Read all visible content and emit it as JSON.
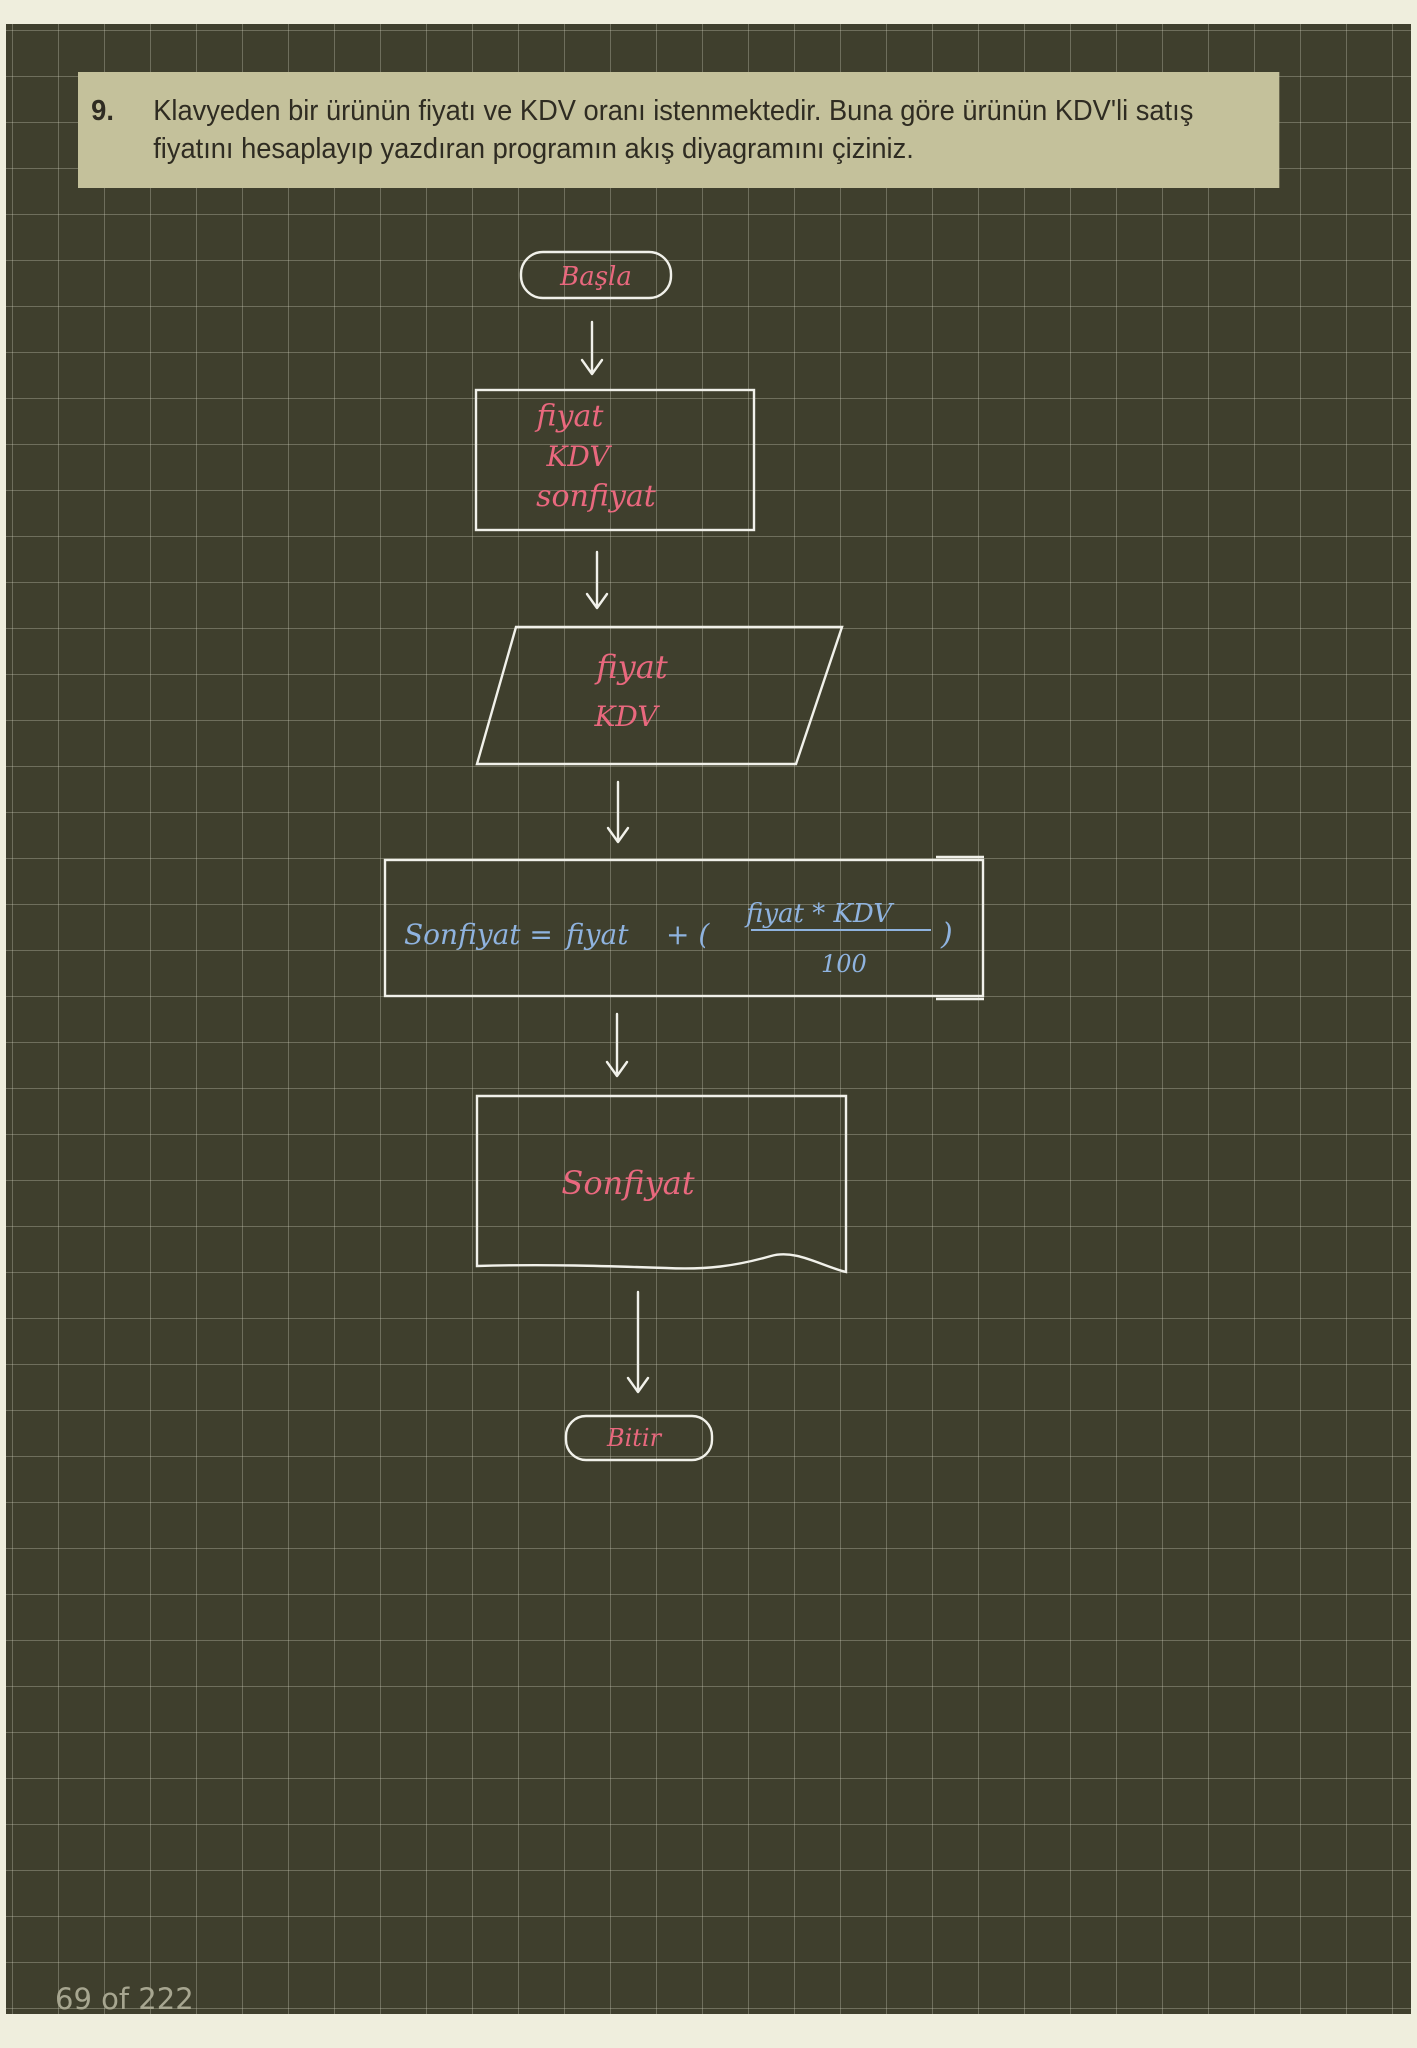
{
  "question": {
    "number": "9.",
    "text": "Klavyeden bir ürünün fiyatı ve KDV oranı istenmektedir. Buna göre ürünün KDV'li satış fiyatını hesaplayıp yazdıran programın akış diyagramını çiziniz."
  },
  "flowchart": {
    "start": "Başla",
    "declare": [
      "fiyat",
      "KDV",
      "sonfiyat"
    ],
    "input": [
      "fiyat",
      "KDV"
    ],
    "process": {
      "lhs": "Sonfiyat =",
      "base": "fiyat",
      "plus_paren": "+ (",
      "numerator": "fiyat * KDV",
      "denominator": "100",
      "close_paren": ")"
    },
    "output": "Sonfiyat",
    "end": "Bitir"
  },
  "footer": {
    "page_counter": "69 of 222"
  },
  "colors": {
    "board": "#3f3f2d",
    "question_band": "#c4c19b",
    "ink_pink": "#e9687e",
    "ink_blue": "#8fb3df",
    "ink_white": "#f1f1ea"
  }
}
